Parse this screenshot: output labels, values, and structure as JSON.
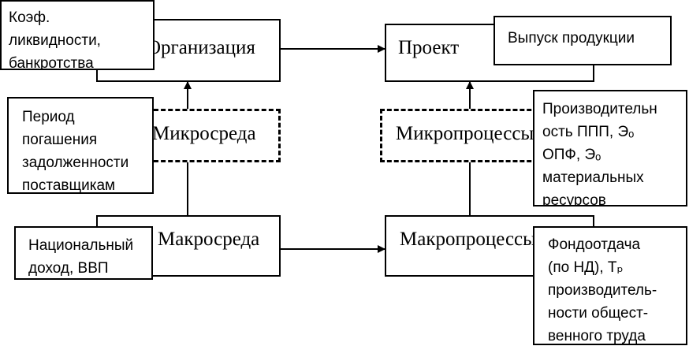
{
  "nodes": {
    "organization": "Организация",
    "project": "Проект",
    "microenv": "Микросреда",
    "microproc": "Микропроцессы",
    "macroenv": "Макросреда",
    "macroproc": "Макропроцессы"
  },
  "notes": {
    "liquidity": [
      "Коэф.",
      "ликвидности,",
      "банкротства"
    ],
    "output": "Выпуск продукции",
    "debt_period": [
      "Период",
      "погашения",
      "задолженности",
      "поставщикам"
    ],
    "productivity": [
      "Производительн",
      "ость ППП, Эₒ",
      "ОПФ, Эₒ",
      "материальных",
      "ресурсов"
    ],
    "national_income": [
      "Национальный",
      "доход, ВВП"
    ],
    "capital_productivity": [
      "Фондоотдача",
      "(по НД), Tₚ",
      "производитель-",
      "ности общест-",
      "венного труда"
    ]
  }
}
